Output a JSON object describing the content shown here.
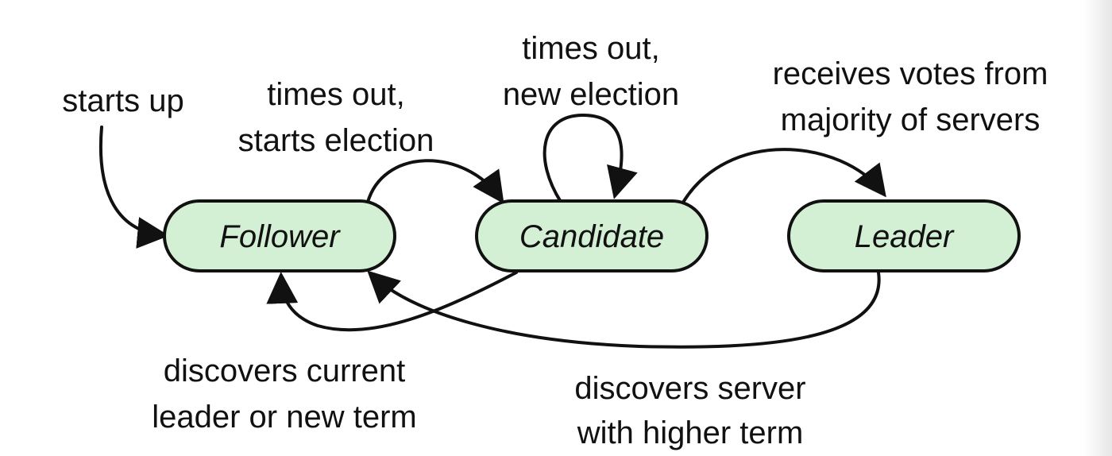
{
  "colors": {
    "state_fill": "#d4f0d4",
    "stroke": "#111111"
  },
  "states": {
    "follower": "Follower",
    "candidate": "Candidate",
    "leader": "Leader"
  },
  "transitions": {
    "starts_up": [
      "starts up"
    ],
    "times_out_starts_election": [
      "times out,",
      "starts election"
    ],
    "times_out_new_election": [
      "times out,",
      "new election"
    ],
    "receives_votes": [
      "receives votes from",
      "majority of servers"
    ],
    "discovers_current_leader": [
      "discovers current",
      "leader or new term"
    ],
    "discovers_higher_term": [
      "discovers server",
      "with higher term"
    ]
  }
}
